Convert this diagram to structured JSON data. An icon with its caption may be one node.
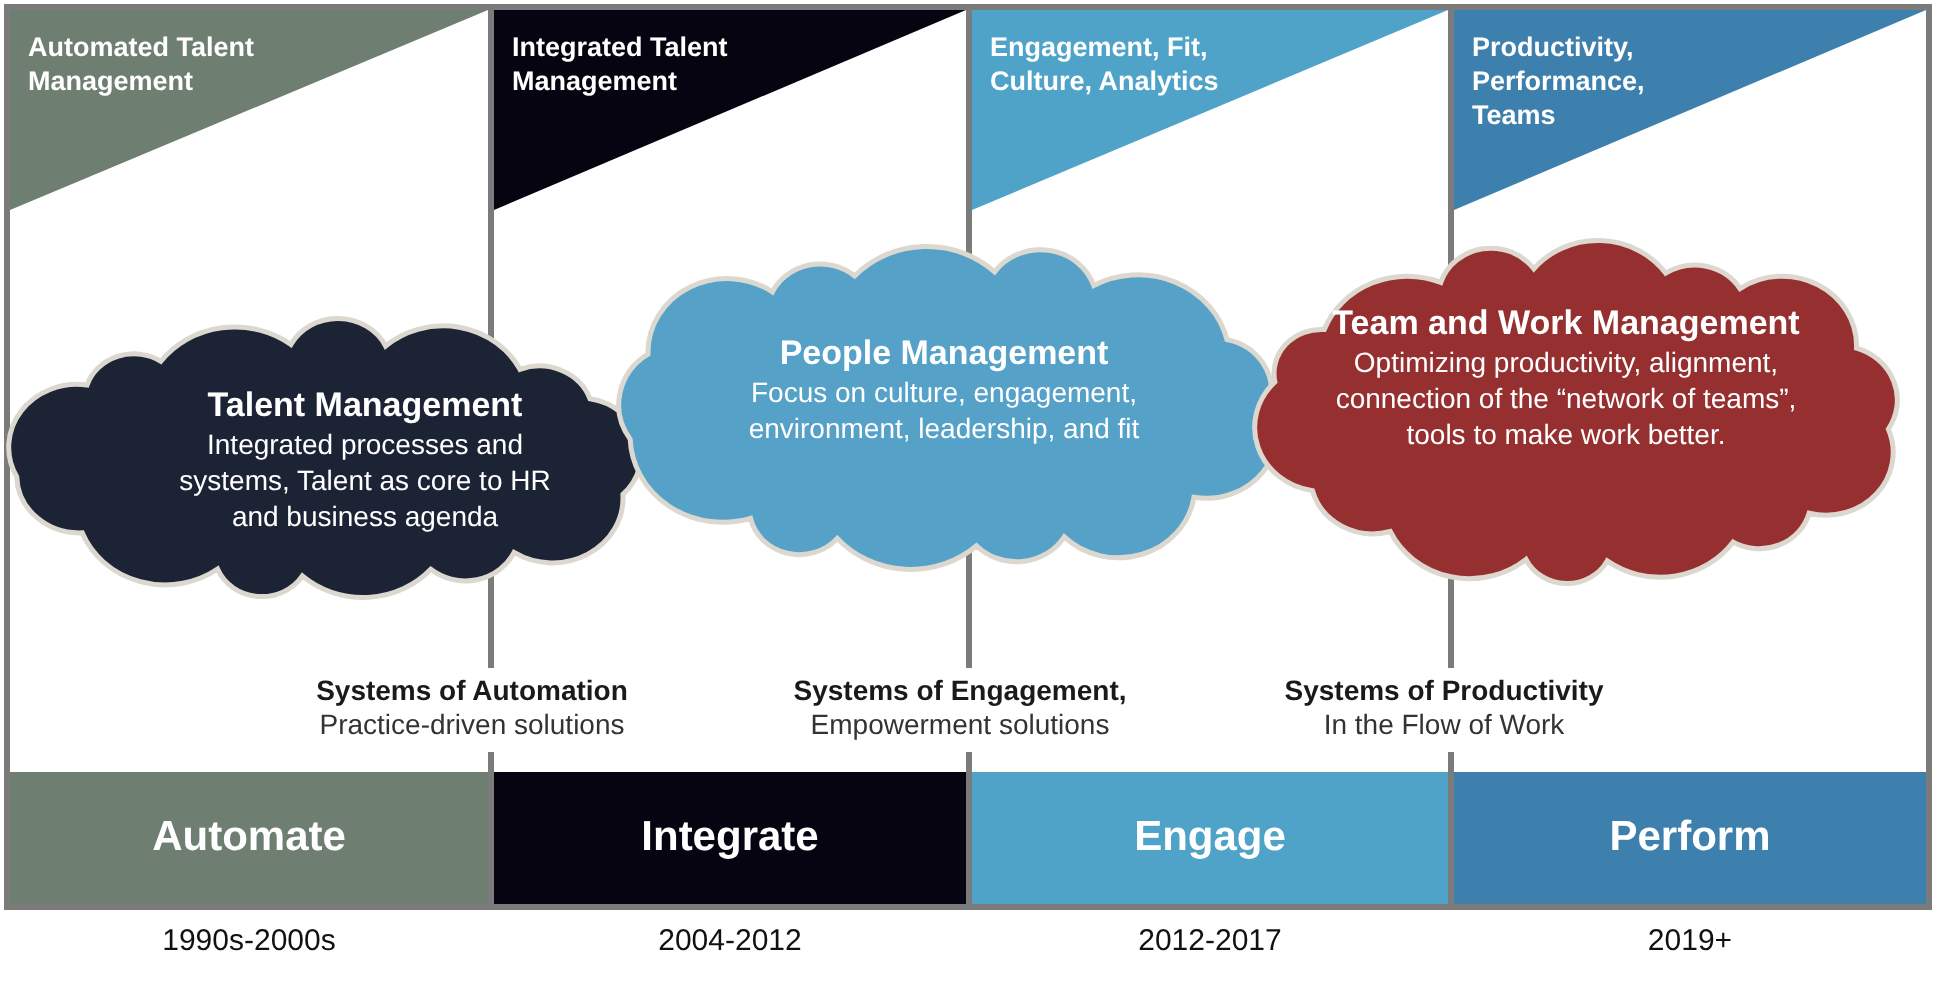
{
  "diagram": {
    "nodes": [
      {
        "text": [
          "Automated Talent Management"
        ]
      },
      {
        "text": [
          "Integrated Talent Management"
        ]
      },
      {
        "text": [
          "Engagement, Fit, Culture, Analytics"
        ]
      },
      {
        "text": [
          "Productivity, Performance, Teams"
        ]
      },
      {
        "text": [
          "Talent Management",
          "Integrated processes and systems, Talent as core to HR and business agenda"
        ]
      },
      {
        "text": [
          "People Management",
          "Focus on culture, engagement, environment, leadership, and fit"
        ]
      },
      {
        "text": [
          "Team and Work Management",
          "Optimizing productivity, alignment, connection of the “network of teams”, tools to make work better."
        ]
      },
      {
        "text": [
          "Automate"
        ],
        "beside": [
          "1990s-2000s"
        ]
      },
      {
        "text": [
          "Integrate"
        ],
        "beside": [
          "2004-2012"
        ]
      },
      {
        "text": [
          "Engage"
        ],
        "beside": [
          "2012-2017"
        ]
      },
      {
        "text": [
          "Perform"
        ],
        "beside": [
          "2019+"
        ]
      }
    ],
    "labels": [
      "Systems of Automation",
      "Practice-driven solutions",
      "Systems of Engagement,",
      "Empowerment solutions",
      "Systems of Productivity",
      "In the Flow of Work"
    ]
  }
}
